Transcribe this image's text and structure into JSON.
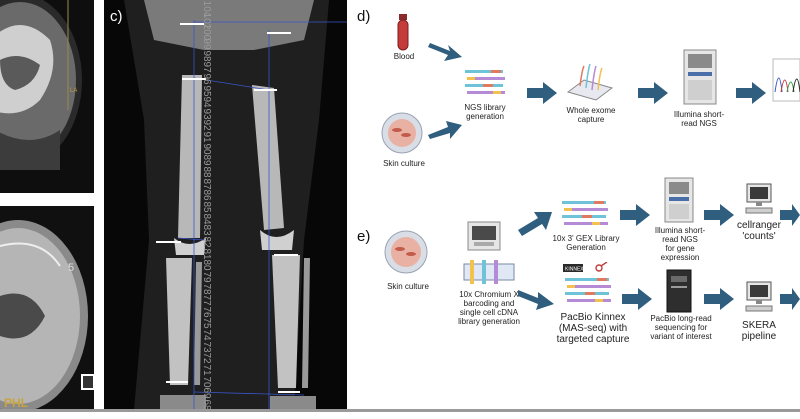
{
  "panels": {
    "c_label": "c)",
    "d_label": "d)",
    "e_label": "e)"
  },
  "mri_bottom": {
    "number": "5",
    "watermark": "PHL"
  },
  "xray_ruler": [
    "104",
    "102",
    "100",
    "99",
    "98",
    "97",
    "96",
    "95",
    "94",
    "93",
    "92",
    "91",
    "90",
    "89",
    "88",
    "87",
    "86",
    "85",
    "84",
    "83",
    "82",
    "81",
    "80",
    "79",
    "78",
    "77",
    "76",
    "75",
    "74",
    "73",
    "72",
    "71",
    "70",
    "69",
    "68"
  ],
  "panel_d": {
    "blood": "Blood",
    "skin": "Skin culture",
    "ngs_lib": "NGS library\ngeneration",
    "wes": "Whole exome\ncapture",
    "illumina": "Illumina short-\nread NGS"
  },
  "panel_e": {
    "skin": "Skin culture",
    "chromium": "10x Chromium X\nbarcoding and\nsingle cell cDNA\nlibrary generation",
    "gex": "10x 3' GEX Library\nGeneration",
    "illumina_gene": "Illumina short-\nread NGS\nfor gene\nexpression",
    "cellranger": "cellranger\n'counts'",
    "pacbio_kinnex": "PacBio Kinnex\n(MAS-seq) with\ntargeted capture",
    "pacbio_long": "PacBio long-read\nsequencing for\nvariant of interest",
    "skera": "SKERA\npipeline",
    "kinnex_tag": "KINNEX"
  },
  "colors": {
    "arrow": "#2f5e7e",
    "bottom_rule": "#9a9a9a"
  }
}
